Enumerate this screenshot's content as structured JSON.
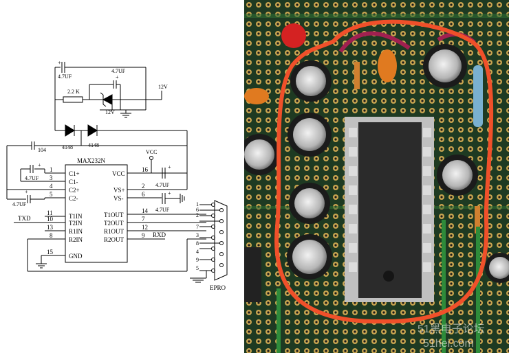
{
  "schematic": {
    "chip": "MAX232N",
    "pins_left": [
      {
        "num": "1",
        "name": "C1+"
      },
      {
        "num": "3",
        "name": "C1-"
      },
      {
        "num": "4",
        "name": "C2+"
      },
      {
        "num": "5",
        "name": "C2-"
      },
      {
        "num": "11",
        "name": "T1IN"
      },
      {
        "num": "10",
        "name": "T2IN"
      },
      {
        "num": "13",
        "name": "R1IN"
      },
      {
        "num": "8",
        "name": "R2IN"
      },
      {
        "num": "15",
        "name": "GND"
      }
    ],
    "pins_right": [
      {
        "num": "16",
        "name": "VCC"
      },
      {
        "num": "2",
        "name": "VS+"
      },
      {
        "num": "6",
        "name": "VS-"
      },
      {
        "num": "14",
        "name": "T1OUT"
      },
      {
        "num": "7",
        "name": "T2OUT"
      },
      {
        "num": "12",
        "name": "R1OUT"
      },
      {
        "num": "9",
        "name": "R2OUT"
      }
    ],
    "cap_label": "4.7UF",
    "cap_104": "104",
    "resistor": "2.2 K",
    "zener": "12V",
    "supply": "12V",
    "diode": "4148",
    "vcc": "VCC",
    "txd": "TXD",
    "rxd": "RXD",
    "connector_pins": [
      "1",
      "6",
      "2",
      "7",
      "3",
      "8",
      "4",
      "9",
      "5"
    ],
    "connector": "EPRO"
  },
  "photo": {
    "watermark_cn": "51黑电子论坛",
    "watermark_url": "51hei.com"
  }
}
